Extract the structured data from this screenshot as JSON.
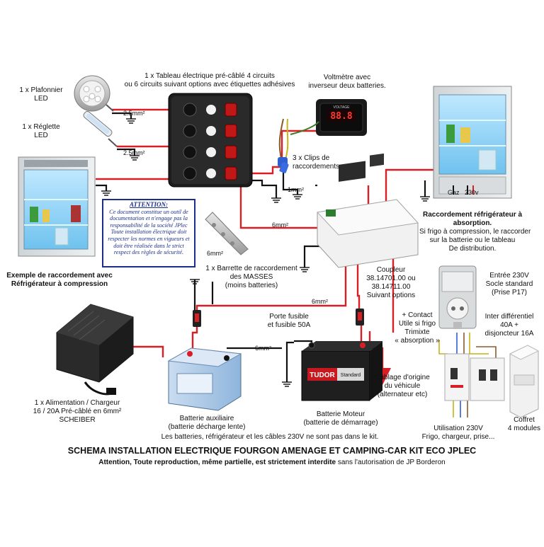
{
  "labels": {
    "plafonnier": [
      "1 x Plafonnier",
      "LED"
    ],
    "reglette": [
      "1 x Réglette",
      "LED"
    ],
    "wire_plafonnier": "2.5mm²",
    "wire_reglette": "2.5mm²",
    "tableau": [
      "1 x Tableau électrique pré-câblé 4 circuits",
      "ou 6 circuits suivant options avec étiquettes adhésives"
    ],
    "voltmetre": [
      "Voltmètre avec",
      "inverseur deux batteries."
    ],
    "voltmeter_display": "88.8",
    "voltmeter_small": "VOLTAGE",
    "clips": [
      "3 x Clips de",
      "raccordements"
    ],
    "wire_1mm": "1mm²",
    "wire_6mm_coupleur": "6mm²",
    "wire_6mm_barrette": "6mm²",
    "barrette": [
      "1 x Barrette de raccordement",
      "des MASSES",
      "(moins batteries)"
    ],
    "frigo_left_caption": [
      "Exemple de raccordement avec",
      "Réfrigérateur à compression"
    ],
    "frigo_right_caption_bold": [
      "Raccordement réfrigérateur à",
      "absorption."
    ],
    "frigo_right_caption": [
      "Si frigo à compression, le raccorder",
      "sur la batterie ou le tableau",
      "De distribution."
    ],
    "gaz": "Gaz",
    "v230": "230v",
    "coupleur": [
      "Coupleur",
      "38.14701.00 ou",
      "38.14711.00",
      "Suivant options"
    ],
    "wire_6mm_mid": "6mm²",
    "porte_fusible": [
      "Porte fusible",
      "et fusible 50A"
    ],
    "wire_6mm_batt": "6mm²",
    "contact": [
      "+ Contact",
      "Utile si frigo",
      "Trimixte",
      "« absorption »"
    ],
    "entree": [
      "Entrée 230V",
      "Socle standard",
      "(Prise P17)"
    ],
    "inter_diff": [
      "Inter différentiel",
      "40A +",
      "disjoncteur 16A"
    ],
    "cablage": [
      "Câblage d'origine",
      "du véhicule",
      "(alternateur etc)"
    ],
    "alimentation": [
      "1 x Alimentation / Chargeur",
      "16 / 20A Pré-câblé en 6mm²",
      "SCHEIBER"
    ],
    "batt_aux": [
      "Batterie auxiliaire",
      "(batterie décharge lente)"
    ],
    "batt_moteur": [
      "Batterie Moteur",
      "(batterie de démarrage)"
    ],
    "tudor_brand": "TUDOR",
    "tudor_standard": "Standard",
    "utilisation": [
      "Utilisation 230V",
      "Frigo, chargeur, prise..."
    ],
    "coffret": [
      "Coffret",
      "4 modules"
    ],
    "note_kit": "Les batteries, réfrigérateur et les câbles 230V ne sont pas dans le kit."
  },
  "notice": {
    "title": "ATTENTION:",
    "lines": [
      "Ce document constitue un outil de",
      "documentation et n'engage pas la",
      "responsabilité de la société JPlec",
      "Toute installation électrique doit",
      "respecter les normes en vigueurs et",
      "doit être réalisée dans le strict",
      "respect des règles de sécurité."
    ]
  },
  "title": {
    "main": "SCHEMA INSTALLATION ELECTRIQUE FOURGON AMENAGE ET CAMPING-CAR KIT ECO JPLEC",
    "sub_bold": "Attention, Toute reproduction, même partielle, est strictement interdite",
    "sub_rest": " sans l'autorisation de JP Borderon"
  },
  "colors": {
    "wire_red": "#d81f26",
    "wire_black": "#111111",
    "notice_blue": "#1b2f8a",
    "brown": "#8a5a2b",
    "yellow_green": "#c9b21a",
    "blue_wire": "#2f5fd0"
  }
}
